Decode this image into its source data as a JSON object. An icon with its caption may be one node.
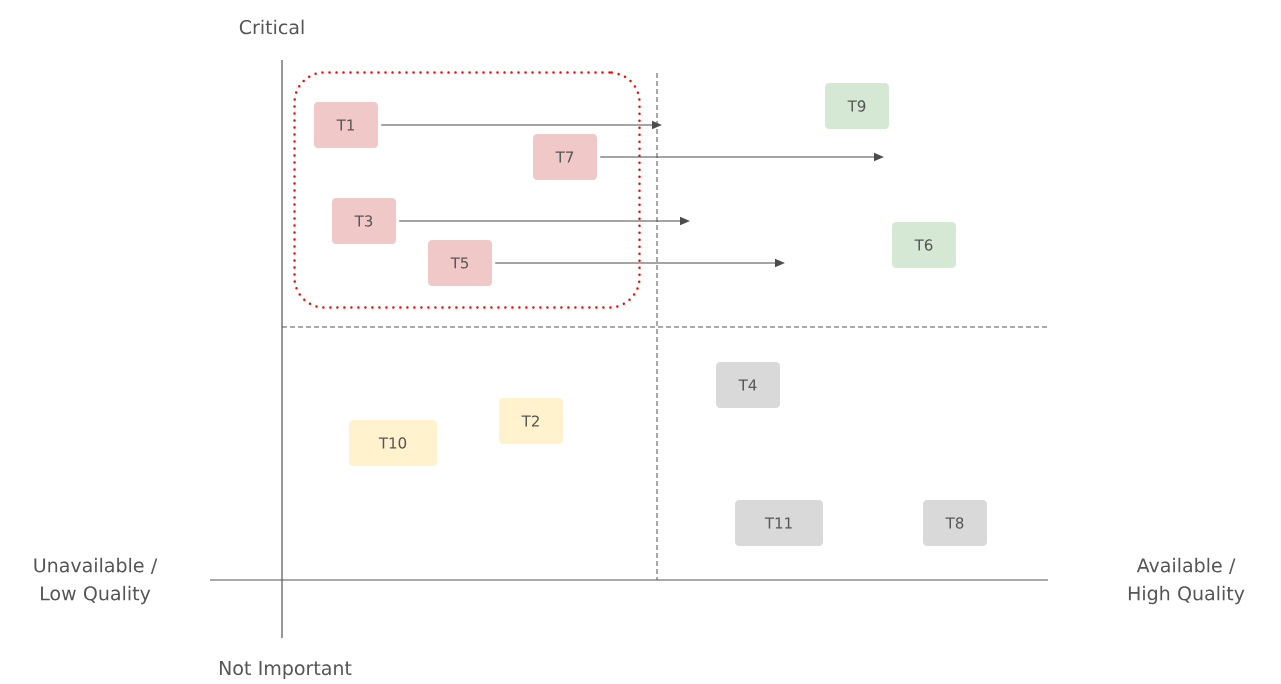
{
  "diagram": {
    "nodes": [
      {
        "text": [],
        "shape": "box"
      },
      {
        "text": [
          "T1"
        ],
        "in": 0
      },
      {
        "text": [
          "T7"
        ],
        "in": 0
      },
      {
        "text": [
          "T3"
        ],
        "in": 0
      },
      {
        "text": [
          "T5"
        ],
        "in": 0
      },
      {
        "text": [
          "T9"
        ]
      },
      {
        "text": [
          "T6"
        ]
      },
      {
        "text": [
          "T4"
        ]
      },
      {
        "text": [
          "T10"
        ]
      },
      {
        "text": [
          "T2"
        ]
      },
      {
        "text": [
          "T11"
        ]
      },
      {
        "text": [
          "T8"
        ]
      }
    ],
    "edges": [
      {
        "from": 1,
        "to": null,
        "arrow": "to"
      },
      {
        "from": 2,
        "to": null,
        "arrow": "to"
      },
      {
        "from": 3,
        "to": null,
        "arrow": "to"
      },
      {
        "from": 4,
        "to": null,
        "arrow": "to"
      }
    ],
    "labels": [
      "Critical",
      "Unavailable / Low Quality",
      "Available / High Quality",
      "Not Important"
    ]
  }
}
